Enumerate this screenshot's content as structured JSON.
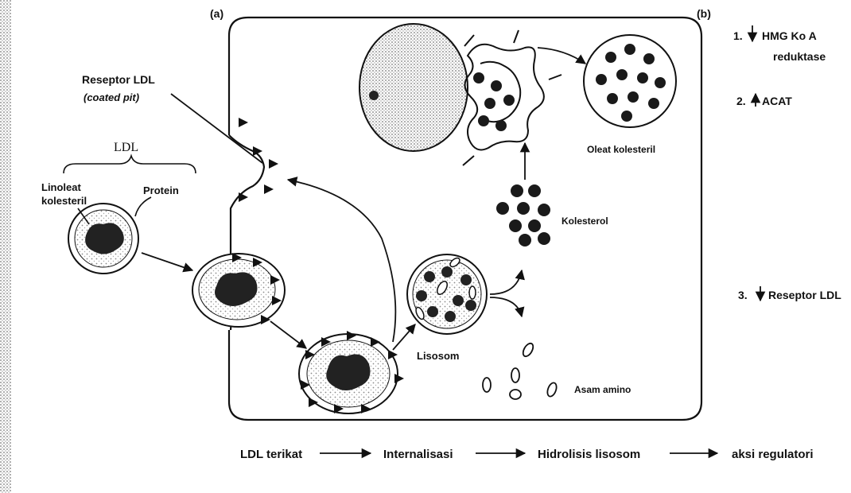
{
  "panels": {
    "a": "(a)",
    "b": "(b)"
  },
  "labels": {
    "reseptor_ldl": "Reseptor LDL",
    "coated_pit": "(coated pit)",
    "ldl": "LDL",
    "linoleat_line1": "Linoleat",
    "linoleat_line2": "kolesteril",
    "protein": "Protein",
    "oleat": "Oleat kolesteril",
    "kolesterol": "Kolesterol",
    "lisosom": "Lisosom",
    "asam_amino": "Asam amino"
  },
  "regulation": {
    "item1_prefix": "1.",
    "item1_line1": "HMG Ko A",
    "item1_line2": "reduktase",
    "item2_prefix": "2.",
    "item2_text": "ACAT",
    "item3_prefix": "3.",
    "item3_text": "Reseptor LDL"
  },
  "steps": [
    "LDL terikat",
    "Internalisasi",
    "Hidrolisis lisosom",
    "aksi regulatori"
  ],
  "colors": {
    "ink": "#111111",
    "particle_fill": "#222222",
    "stipple": "#9a9a9a",
    "page": "#ffffff"
  }
}
